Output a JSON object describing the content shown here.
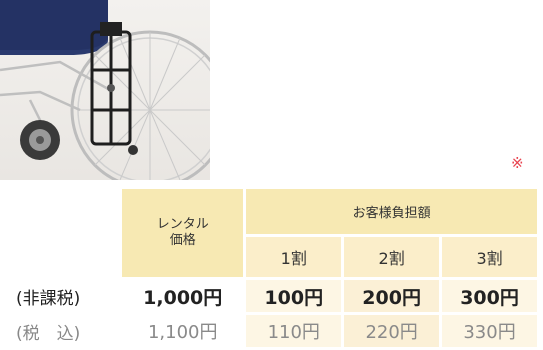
{
  "notice_mark": "※",
  "table": {
    "rental_header_line1": "レンタル",
    "rental_header_line2": "価格",
    "share_header": "お客様負担額",
    "percent_headers": [
      "1割",
      "2割",
      "3割"
    ],
    "rows": [
      {
        "label": "(非課税)",
        "rental": "1,000円",
        "values": [
          "100円",
          "200円",
          "300円"
        ]
      },
      {
        "label": "(税　込)",
        "rental": "1,100円",
        "values": [
          "110円",
          "220円",
          "330円"
        ]
      }
    ]
  },
  "colors": {
    "header_bg": "#f7e9b3",
    "subheader_bg": "#fbeeca",
    "cell_bg": "#fdf6e4",
    "notice_color": "#e8434f"
  }
}
